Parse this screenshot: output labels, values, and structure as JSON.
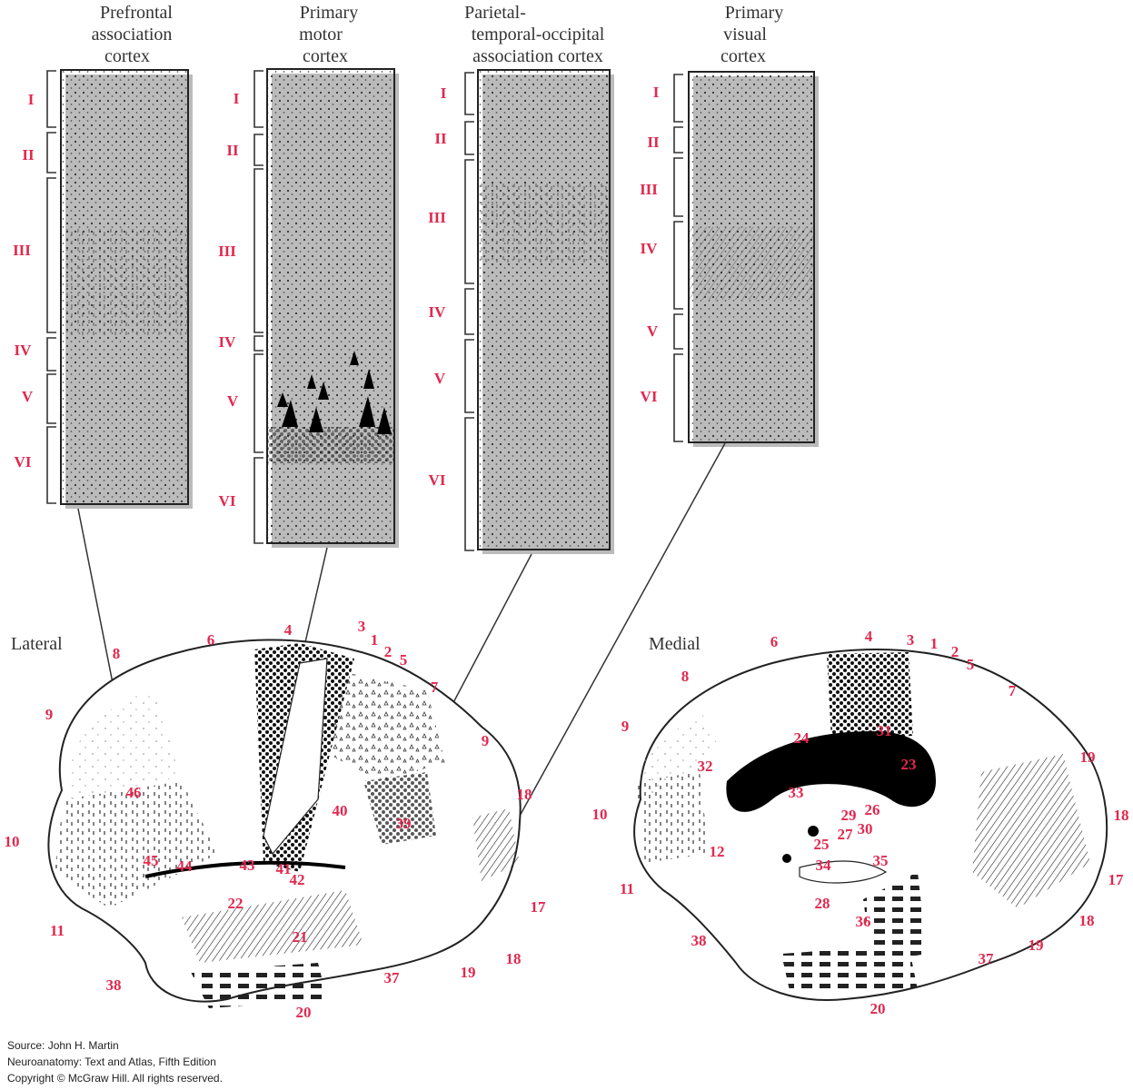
{
  "columns": [
    {
      "title_lines": [
        "Prefrontal",
        "association",
        "cortex"
      ],
      "layers": [
        "I",
        "II",
        "III",
        "IV",
        "V",
        "VI"
      ]
    },
    {
      "title_lines": [
        "Primary",
        "motor",
        "cortex"
      ],
      "layers": [
        "I",
        "II",
        "III",
        "IV",
        "V",
        "VI"
      ]
    },
    {
      "title_lines": [
        "Parietal-",
        "temporal-occipital",
        "association cortex"
      ],
      "layers": [
        "I",
        "II",
        "III",
        "IV",
        "V",
        "VI"
      ]
    },
    {
      "title_lines": [
        "Primary",
        "visual",
        "cortex"
      ],
      "layers": [
        "I",
        "II",
        "III",
        "IV",
        "V",
        "VI"
      ]
    }
  ],
  "lateral": {
    "view_label": "Lateral",
    "areas": [
      "4",
      "3",
      "1",
      "2",
      "5",
      "6",
      "8",
      "7",
      "9",
      "46",
      "9",
      "40",
      "39",
      "18",
      "10",
      "45",
      "44",
      "43",
      "41",
      "42",
      "22",
      "17",
      "11",
      "21",
      "18",
      "38",
      "37",
      "19",
      "20"
    ]
  },
  "medial": {
    "view_label": "Medial",
    "areas": [
      "4",
      "3",
      "1",
      "2",
      "5",
      "6",
      "8",
      "7",
      "9",
      "24",
      "31",
      "32",
      "23",
      "19",
      "33",
      "29",
      "26",
      "10",
      "27",
      "30",
      "18",
      "25",
      "12",
      "34",
      "35",
      "17",
      "11",
      "28",
      "18",
      "36",
      "38",
      "37",
      "19",
      "20"
    ]
  },
  "source": {
    "line1": "Source: John H. Martin",
    "line2": "Neuroanatomy: Text and Atlas, Fifth Edition",
    "line3": "Copyright © McGraw Hill. All rights reserved."
  },
  "colors": {
    "label": "#e0294f",
    "ink": "#1a1a1a"
  }
}
